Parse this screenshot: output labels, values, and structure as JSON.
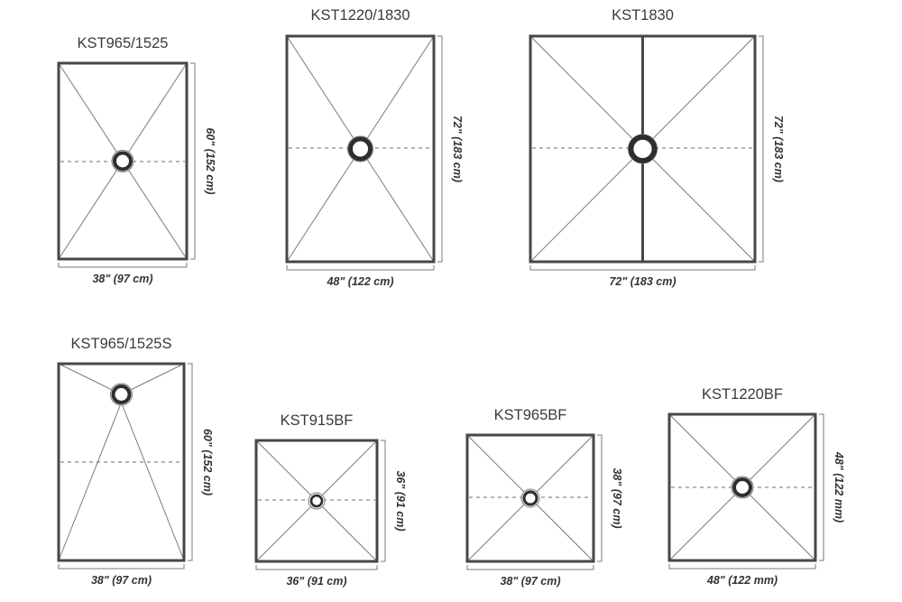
{
  "colors": {
    "outline": "#4a4646",
    "line": "#7a7a7a",
    "dashed": "#6e6e6e",
    "text": "#3a3a3a"
  },
  "pans": [
    {
      "id": "kst965-1525",
      "title": "KST965/1525",
      "width_label": "38\"  (97 cm)",
      "height_label": "60\"  (152 cm)",
      "drain": "center",
      "center_divider": false
    },
    {
      "id": "kst1220-1830",
      "title": "KST1220/1830",
      "width_label": "48\"  (122 cm)",
      "height_label": "72\"  (183 cm)",
      "drain": "center",
      "center_divider": false
    },
    {
      "id": "kst1830",
      "title": "KST1830",
      "width_label": "72\"  (183 cm)",
      "height_label": "72\"  (183 cm)",
      "drain": "center",
      "center_divider": true
    },
    {
      "id": "kst965-1525s",
      "title": "KST965/1525S",
      "width_label": "38\"  (97 cm)",
      "height_label": "60\"  (152 cm)",
      "drain": "top",
      "center_divider": false
    },
    {
      "id": "kst915bf",
      "title": "KST915BF",
      "width_label": "36\"  (91 cm)",
      "height_label": "36\"  (91 cm)",
      "drain": "center",
      "center_divider": false
    },
    {
      "id": "kst965bf",
      "title": "KST965BF",
      "width_label": "38\"  (97 cm)",
      "height_label": "38\"  (97 cm)",
      "drain": "center",
      "center_divider": false
    },
    {
      "id": "kst1220bf",
      "title": "KST1220BF",
      "width_label": "48\"  (122 mm)",
      "height_label": "48\"  (122 mm)",
      "drain": "center",
      "center_divider": false
    }
  ]
}
